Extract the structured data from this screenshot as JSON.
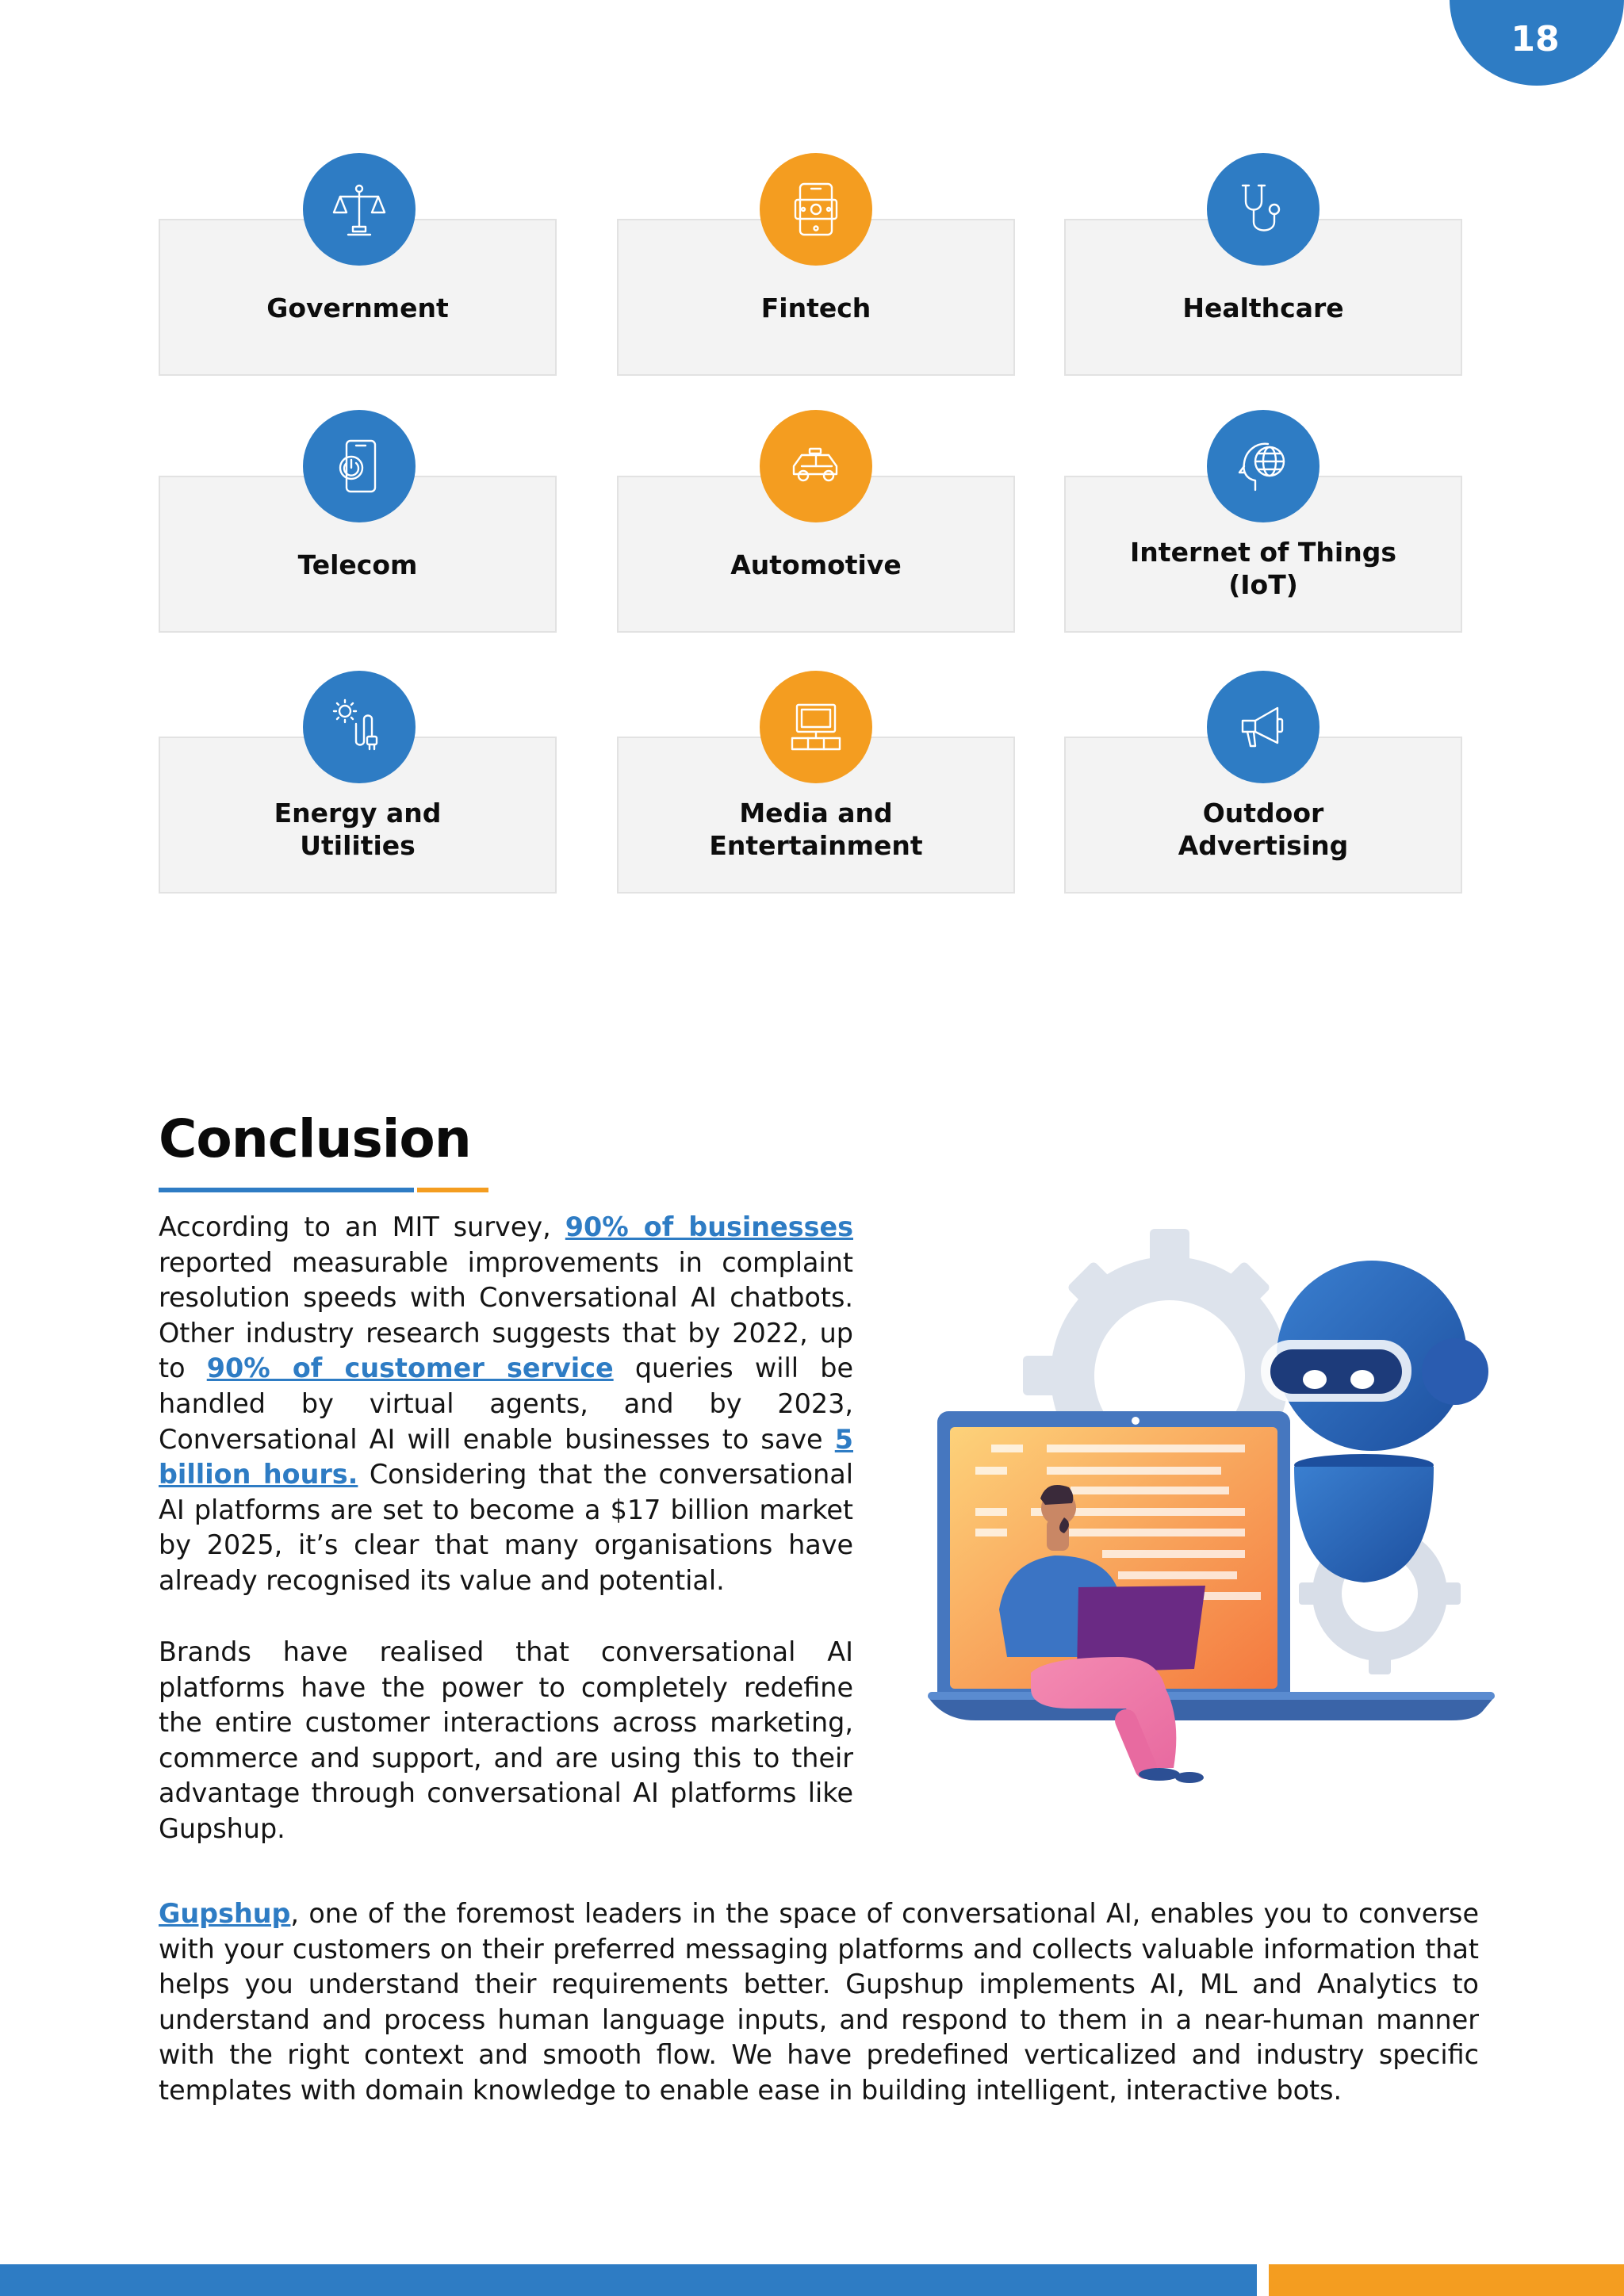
{
  "page_number": "18",
  "colors": {
    "brand_blue": "#2e7cc4",
    "brand_orange": "#f49d20",
    "card_bg": "#f3f3f3"
  },
  "industries": [
    {
      "label": "Government",
      "icon": "scales-of-justice-icon",
      "color": "blue"
    },
    {
      "label": "Fintech",
      "icon": "mobile-payment-icon",
      "color": "orange"
    },
    {
      "label": "Healthcare",
      "icon": "stethoscope-icon",
      "color": "blue"
    },
    {
      "label": "Telecom",
      "icon": "phone-power-icon",
      "color": "blue"
    },
    {
      "label": "Automotive",
      "icon": "car-icon",
      "color": "orange"
    },
    {
      "label_line1": "Internet of Things",
      "label_line2": "(IoT)",
      "icon": "globe-head-icon",
      "color": "blue"
    },
    {
      "label_line1": "Energy and",
      "label_line2": "Utilities",
      "icon": "sun-plug-icon",
      "color": "blue"
    },
    {
      "label_line1": "Media and",
      "label_line2": "Entertainment",
      "icon": "screen-stage-icon",
      "color": "orange"
    },
    {
      "label_line1": "Outdoor",
      "label_line2": "Advertising",
      "icon": "megaphone-icon",
      "color": "blue"
    }
  ],
  "conclusion": {
    "heading": "Conclusion",
    "p1_a": "According to an MIT survey, ",
    "p1_link1": "90% of businesses",
    "p1_b": " reported measurable improvements in complaint resolution speeds with Conversational AI chatbots. Other industry research suggests that by 2022, up to ",
    "p1_link2": "90% of customer service",
    "p1_c": " queries will be handled by virtual agents, and by 2023, Conversational AI will enable businesses to save ",
    "p1_link3": "5 billion hours.",
    "p1_d": " Considering that the conversational AI platforms are set to become a $17 billion market by 2025,  it’s clear that many organisations have already recognised its value and potential.",
    "p2": "Brands have realised that conversational AI platforms have the power to completely redefine the entire customer interactions across marketing, commerce and support, and are using this to their advantage through conversational AI platforms like Gupshup.",
    "p3_link": "Gupshup",
    "p3": ", one of the foremost leaders in the space of conversational AI, enables you to converse with your customers on their preferred messaging platforms and collects valuable information that helps you understand their requirements better. Gupshup implements AI, ML and Analytics to understand and process human language inputs, and respond to them in a near-human manner with the right context and smooth flow. We have predefined verticalized and industry specific templates with domain knowledge to enable ease in building intelligent, interactive bots."
  },
  "illustration": {
    "icon": "robot-laptop-illustration"
  }
}
